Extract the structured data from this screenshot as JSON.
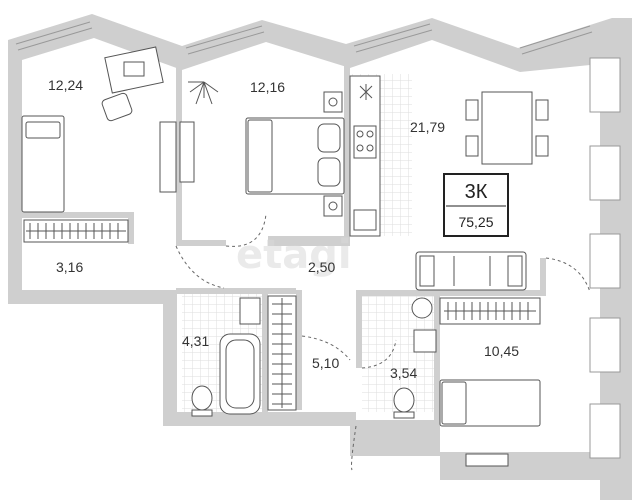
{
  "apartment": {
    "rooms": "3К",
    "total_area": "75,25"
  },
  "rooms": [
    {
      "id": "room-top-left",
      "area": "12,24"
    },
    {
      "id": "bedroom-middle",
      "area": "12,16"
    },
    {
      "id": "kitchen-living",
      "area": "21,79"
    },
    {
      "id": "wardrobe",
      "area": "3,16"
    },
    {
      "id": "hallway",
      "area": "2,50"
    },
    {
      "id": "bathroom",
      "area": "4,31"
    },
    {
      "id": "corridor",
      "area": "5,10"
    },
    {
      "id": "toilet",
      "area": "3,54"
    },
    {
      "id": "bedroom-right",
      "area": "10,45"
    }
  ],
  "watermark": "etagi",
  "colors": {
    "wall": "#cfcfcf",
    "floor": "#ffffff",
    "tile": "#e6e6e6",
    "line": "#555555",
    "badge_border": "#222222"
  }
}
